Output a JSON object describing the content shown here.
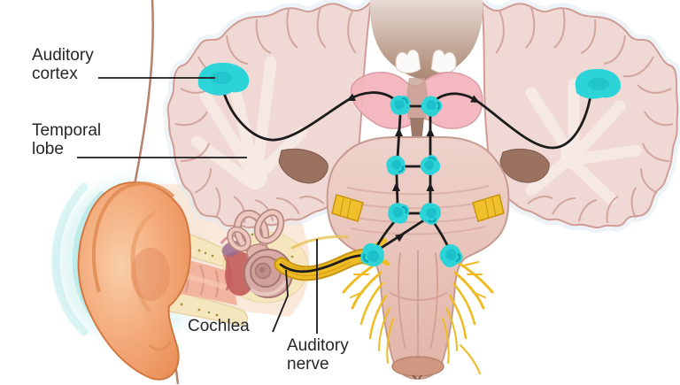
{
  "diagram": {
    "labels": {
      "auditory_cortex": "Auditory cortex",
      "temporal_lobe": "Temporal lobe",
      "cochlea": "Cochlea",
      "auditory_nerve": "Auditory nerve"
    },
    "colors": {
      "relay_node_cyan": "#2cd4d7",
      "pathway_black": "#1c1c1c",
      "auditory_nerve_yellow": "#eebc25",
      "thalamus_pink": "#f4b6bd",
      "cortex_pink": "#f0d9d4",
      "brainstem_pink": "#ecc9c1",
      "sound_wave_teal": "#90dcdc",
      "ear_skin_orange": "#f2a474",
      "bone_cream": "#f5e6bd",
      "label_text": "#262626",
      "background": "#ffffff"
    }
  }
}
